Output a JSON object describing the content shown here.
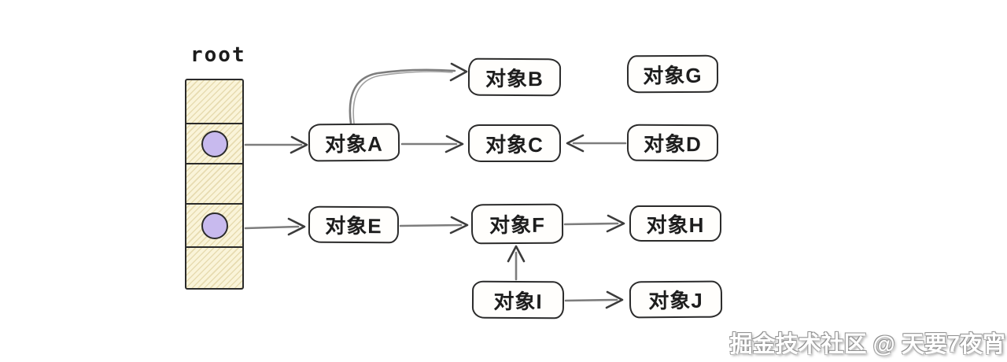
{
  "diagram": {
    "root_label": "root",
    "root_cells": [
      {
        "index": 1,
        "has_pointer": false
      },
      {
        "index": 2,
        "has_pointer": true
      },
      {
        "index": 3,
        "has_pointer": false
      },
      {
        "index": 4,
        "has_pointer": true
      },
      {
        "index": 5,
        "has_pointer": false
      }
    ],
    "nodes": [
      {
        "id": "A",
        "label": "对象A"
      },
      {
        "id": "B",
        "label": "对象B"
      },
      {
        "id": "C",
        "label": "对象C"
      },
      {
        "id": "D",
        "label": "对象D"
      },
      {
        "id": "G",
        "label": "对象G"
      },
      {
        "id": "E",
        "label": "对象E"
      },
      {
        "id": "F",
        "label": "对象F"
      },
      {
        "id": "H",
        "label": "对象H"
      },
      {
        "id": "I",
        "label": "对象I"
      },
      {
        "id": "J",
        "label": "对象J"
      }
    ],
    "edges": [
      {
        "from": "root-cell-2",
        "to": "对象A"
      },
      {
        "from": "对象A",
        "to": "对象B"
      },
      {
        "from": "对象A",
        "to": "对象C"
      },
      {
        "from": "对象D",
        "to": "对象C"
      },
      {
        "from": "root-cell-4",
        "to": "对象E"
      },
      {
        "from": "对象E",
        "to": "对象F"
      },
      {
        "from": "对象F",
        "to": "对象H"
      },
      {
        "from": "对象I",
        "to": "对象F"
      },
      {
        "from": "对象I",
        "to": "对象J"
      }
    ]
  },
  "watermark": {
    "text": "掘金技术社区 @ 天要7夜宵"
  },
  "colors": {
    "background": "#ffffff",
    "cell_fill": "#faf4d9",
    "pointer_fill": "#c8baee",
    "box_stroke": "#2b2b2b",
    "arrow_line": "#7d7d7d",
    "arrow_head": "#3c3c3c"
  }
}
